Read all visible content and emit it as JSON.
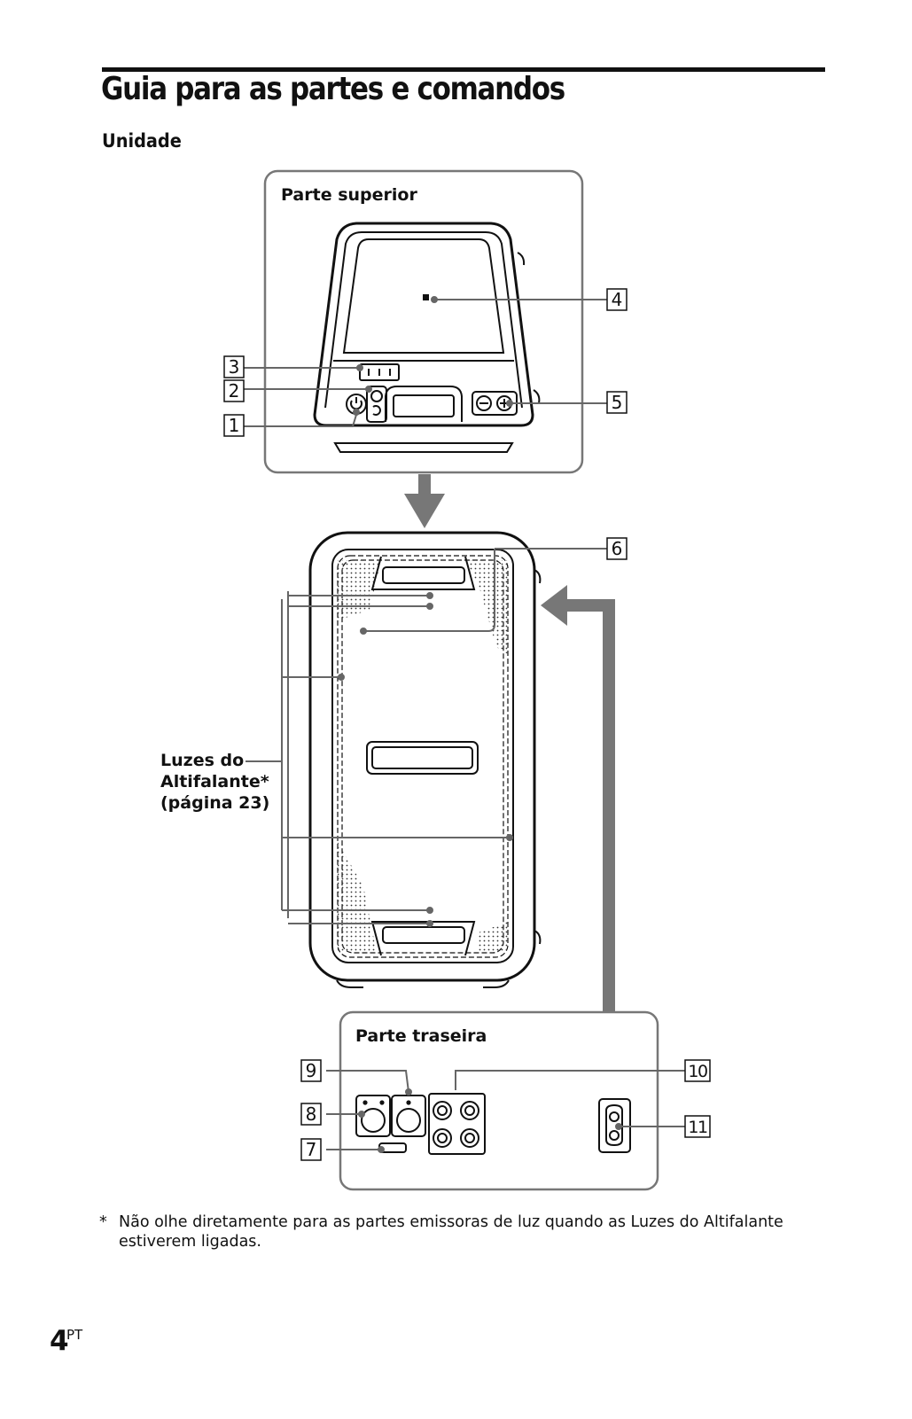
{
  "page": {
    "title": "Guia para as partes e comandos",
    "section": "Unidade",
    "footnote_mark": "*",
    "footnote": "Não olhe diretamente para as partes emissoras de luz quando as Luzes do Altifalante estiverem ligadas.",
    "page_number": "4",
    "page_suffix": "PT"
  },
  "diagram": {
    "top_panel_label": "Parte superior",
    "rear_panel_label": "Parte traseira",
    "speaker_lights_label": {
      "line1": "Luzes do",
      "line2": "Altifalante*",
      "line3": "(página 23)"
    },
    "callouts": {
      "c1": "1",
      "c2": "2",
      "c3": "3",
      "c4": "4",
      "c5": "5",
      "c6": "6",
      "c7": "7",
      "c8": "8",
      "c9": "9",
      "c10": "10",
      "c11": "11"
    }
  }
}
